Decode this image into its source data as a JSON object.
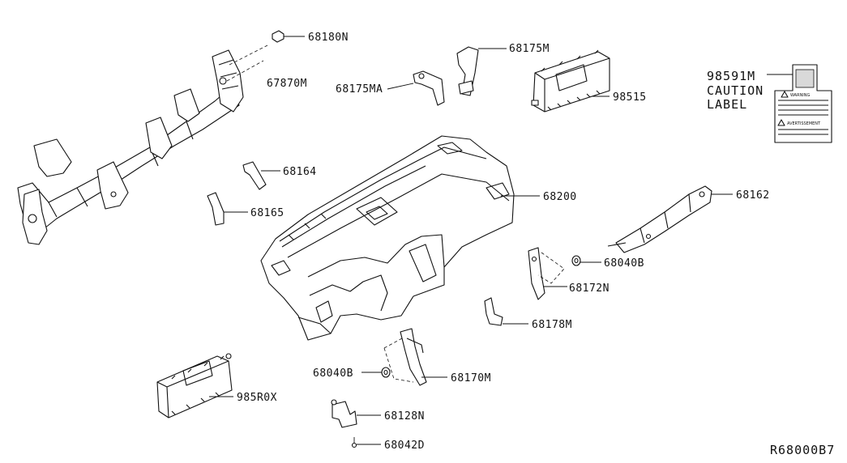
{
  "diagram_id": "R68000B7",
  "parts": {
    "p68180N": "68180N",
    "p67870M": "67870M",
    "p68175MA": "68175MA",
    "p68175M": "68175M",
    "p98515": "98515",
    "p98591M": "98591M",
    "caution_line1": "CAUTION",
    "caution_line2": "LABEL",
    "p68164": "68164",
    "p68165": "68165",
    "p68200": "68200",
    "p68162": "68162",
    "p68040B_right": "68040B",
    "p68172N": "68172N",
    "p68178M": "68178M",
    "p68040B_left": "68040B",
    "p68170M": "68170M",
    "p985R0X": "985R0X",
    "p68128N": "68128N",
    "p68042D": "68042D"
  },
  "caution_label": {
    "warning_en": "WARNING",
    "warning_fr": "AVERTISSEMENT"
  }
}
